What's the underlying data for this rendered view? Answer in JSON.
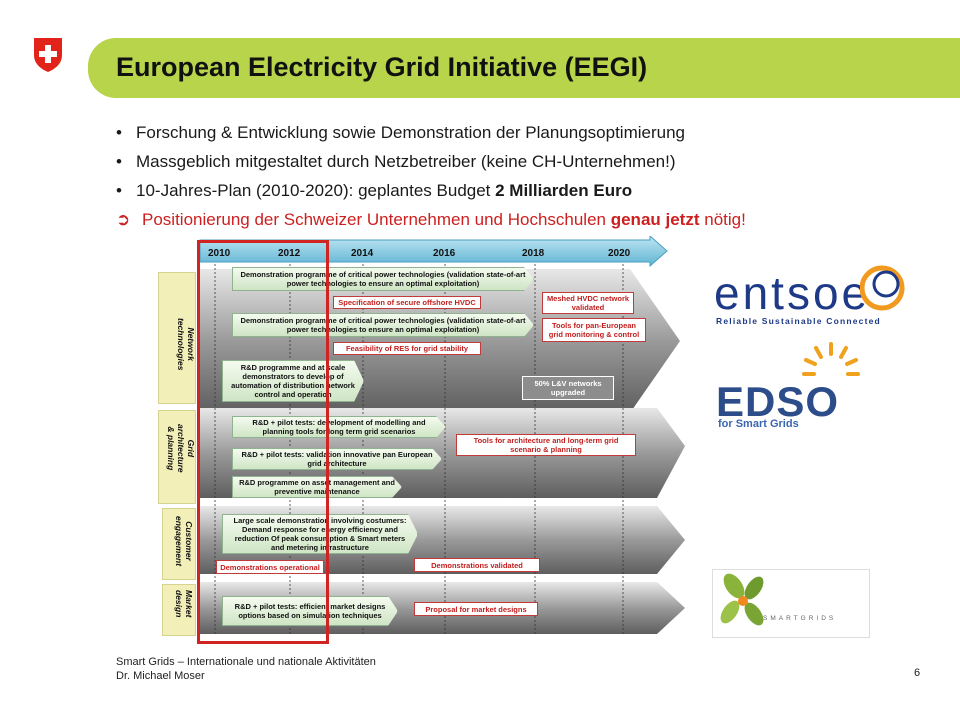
{
  "title": "European Electricity Grid Initiative (EEGI)",
  "bullets": [
    {
      "text": "Forschung & Entwicklung sowie Demonstration der Planungsoptimierung"
    },
    {
      "text": "Massgeblich mitgestaltet durch Netzbetreiber (keine CH-Unternehmen!)"
    },
    {
      "pre": "10-Jahres-Plan (2010-2020): geplantes Budget ",
      "bold": "2 Milliarden Euro"
    }
  ],
  "arrow_bullet": {
    "pre": "Positionierung der Schweizer Unternehmen und Hochschulen ",
    "bold": "genau jetzt",
    "post": " nötig!"
  },
  "roadmap": {
    "years": [
      "2010",
      "2012",
      "2014",
      "2016",
      "2018",
      "2020"
    ],
    "lanes": [
      "Network\ntechnologies",
      "Grid\narchitecture\n& planning",
      "Customer\nengagement",
      "Market\ndesign"
    ],
    "boxes": [
      "Demonstration programme of critical power technologies (validation state-of-art power technologies to ensure an optimal exploitation)",
      "Demonstration programme of critical power technologies (validation state-of-art power technologies to ensure an optimal exploitation)",
      "R&D programme and at scale demonstrators to develop of automation of distribution network control and operation",
      "R&D + pilot tests: development of modelling and planning tools for long term grid scenarios",
      "R&D + pilot tests: validation innovative pan European grid architecture",
      "R&D programme on asset management and preventive maintenance",
      "Large scale demonstration involving costumers: Demand response for energy efficiency and reduction Of peak consumption & Smart meters and metering infrastructure",
      "R&D + pilot tests: efficient market designs options based on simulation techniques"
    ],
    "milestones": [
      "Specification of secure offshore HVDC",
      "Feasibility of RES for grid stability",
      "Meshed HVDC network validated",
      "Tools for pan-European grid monitoring & control",
      "50% L&V networks upgraded",
      "Tools for architecture and long-term grid scenario & planning",
      "Demonstrations operational",
      "Demonstrations validated",
      "Proposal for market designs"
    ]
  },
  "logos": {
    "entsoe": "entsoe",
    "entsoe_tagline": "Reliable Sustainable Connected",
    "edso": "EDSO",
    "edso_tagline": "for Smart Grids",
    "smartgrids": "SMARTGRIDS"
  },
  "colors": {
    "title_bar": "#b7d44a",
    "accent_red": "#cc1f1f",
    "entsoe_blue": "#1e3a87",
    "entsoe_orange": "#f29a1f"
  },
  "footer": {
    "line1": "Smart Grids – Internationale und nationale Aktivitäten",
    "line2": "Dr. Michael Moser"
  },
  "page_number": "6"
}
